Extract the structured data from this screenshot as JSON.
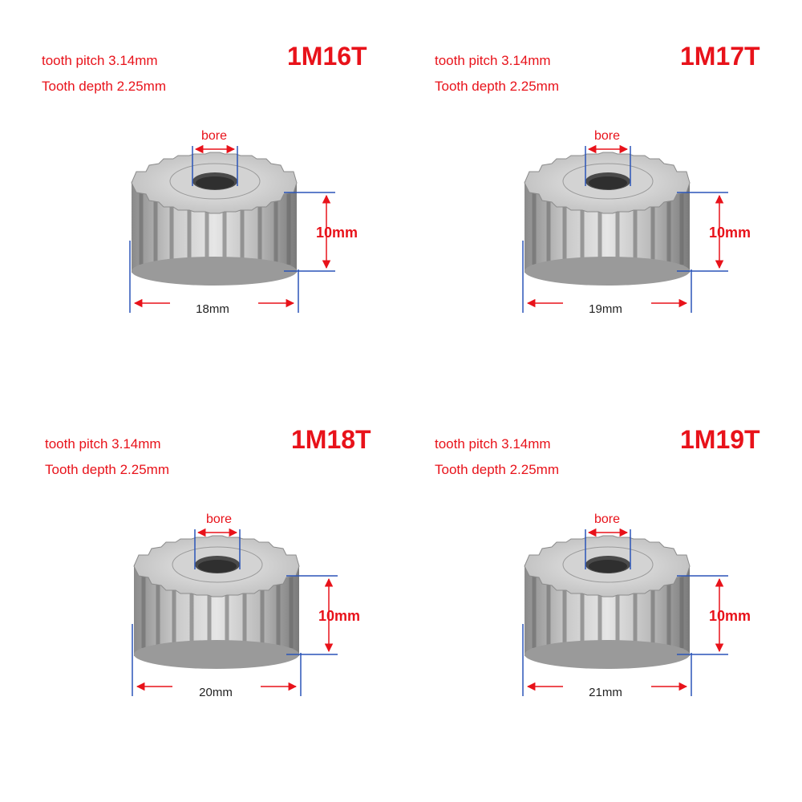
{
  "panels": [
    {
      "model": "1M16T",
      "pitch_label": "tooth pitch 3.14mm",
      "depth_label": "Tooth depth 2.25mm",
      "bore_label": "bore",
      "height_label": "10mm",
      "width_label": "18mm"
    },
    {
      "model": "1M17T",
      "pitch_label": "tooth pitch 3.14mm",
      "depth_label": "Tooth depth 2.25mm",
      "bore_label": "bore",
      "height_label": "10mm",
      "width_label": "19mm"
    },
    {
      "model": "1M18T",
      "pitch_label": "tooth pitch 3.14mm",
      "depth_label": "Tooth depth 2.25mm",
      "bore_label": "bore",
      "height_label": "10mm",
      "width_label": "20mm"
    },
    {
      "model": "1M19T",
      "pitch_label": "tooth pitch 3.14mm",
      "depth_label": "Tooth depth 2.25mm",
      "bore_label": "bore",
      "height_label": "10mm",
      "width_label": "21mm"
    }
  ],
  "colors": {
    "label_red": "#e8121a",
    "dimension_blue": "#2a54b8",
    "gear_light": "#d9d9d9",
    "gear_dark": "#6b6b6b"
  }
}
